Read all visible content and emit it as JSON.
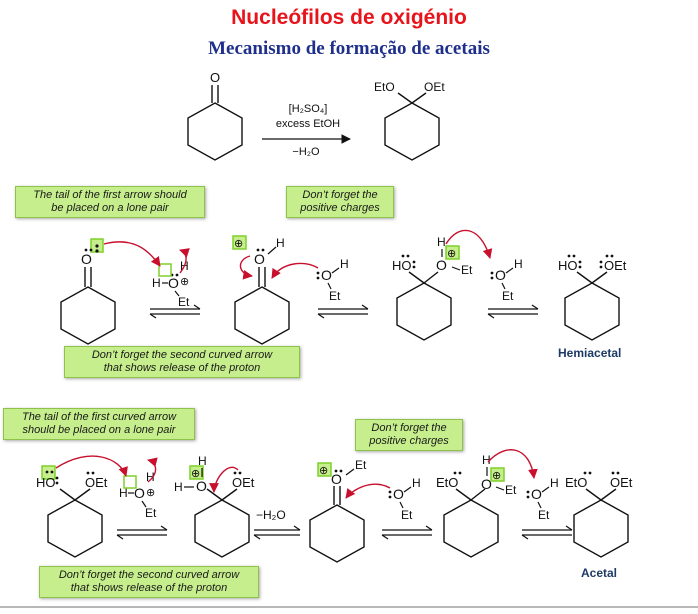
{
  "header": {
    "title": "Nucleófilos de oxigénio",
    "subtitle": "Mecanismo de formação de acetais"
  },
  "overall_reaction": {
    "reagent_line1": "[H₂SO₄]",
    "reagent_line2": "excess EtOH",
    "below_arrow": "−H₂O",
    "product_sub_left": "EtO",
    "product_sub_right": "OEt"
  },
  "notes": {
    "lone_pair_1": [
      "The tail of the first arrow should",
      "be placed on a lone pair"
    ],
    "positive_1": [
      "Don’t forget the",
      "positive charges"
    ],
    "second_arrow_1": [
      "Don’t forget the second curved arrow",
      "that shows release of the proton"
    ],
    "lone_pair_2": [
      "The tail of the first curved arrow",
      "should be placed on a lone pair"
    ],
    "positive_2": [
      "Don’t forget the",
      "positive charges"
    ],
    "second_arrow_2": [
      "Don’t forget the second curved arrow",
      "that shows release of the proton"
    ]
  },
  "products": {
    "hemiacetal": "Hemiacetal",
    "acetal": "Acetal"
  },
  "labels": {
    "water_loss": "−H₂O"
  },
  "colors": {
    "title": "#e8141b",
    "subtitle": "#1e2f8c",
    "note_fill": "#c6ee8c",
    "curved_arrow": "#c8102e",
    "highlight_box": "#7fd12a"
  }
}
